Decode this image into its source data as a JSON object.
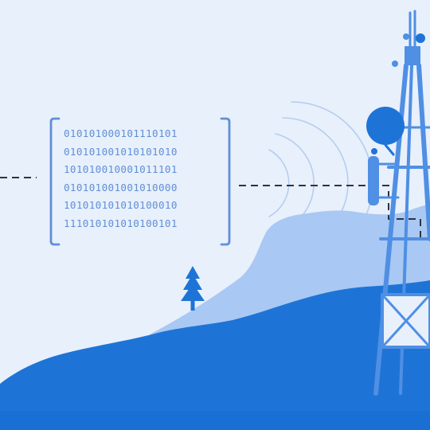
{
  "colors": {
    "background": "#e8f0fc",
    "accent": "#5f8fd6",
    "hill_light": "#a9c8f3",
    "hill_dark": "#1e74d6",
    "ground": "#1a6fd4",
    "tower": "#4f8fe4",
    "tower_fill": "#e8f0fc",
    "dish": "#1e74d6",
    "signal_waves": "#b5cdef",
    "dashed_line": "#2e3440",
    "tree": "#1e74d6"
  },
  "binary_lines": [
    "010101000101110101",
    "010101001010101010",
    "101010010001011101",
    "010101001001010000",
    "101010101010100010",
    "111010101010100101"
  ],
  "icons": [
    "pine-tree-icon",
    "dish-antenna-icon",
    "radio-wave-icon"
  ]
}
